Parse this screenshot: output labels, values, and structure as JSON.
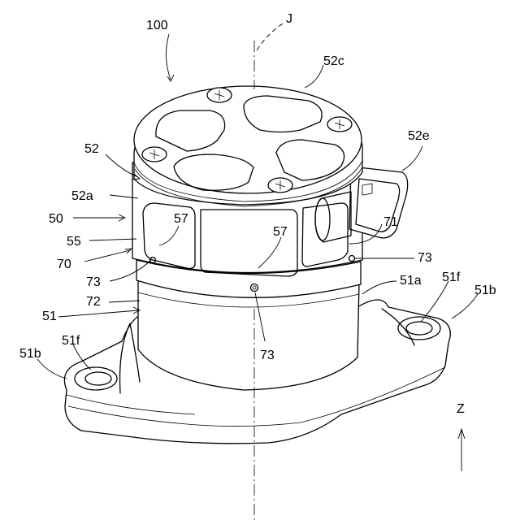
{
  "labels": {
    "l100": "100",
    "lJ": "J",
    "l52c": "52c",
    "l52": "52",
    "l52e": "52e",
    "l52a": "52a",
    "l50": "50",
    "l57a": "57",
    "l57b": "57",
    "l71": "71",
    "l55": "55",
    "l70": "70",
    "l73a": "73",
    "l73b": "73",
    "l51a": "51a",
    "l51f_right": "51f",
    "l51b_right": "51b",
    "l72": "72",
    "l51": "51",
    "l51f_left": "51f",
    "l51b_left": "51b",
    "l73c": "73",
    "lZ": "Z"
  },
  "colors": {
    "line": "#000000",
    "background": "#ffffff"
  },
  "icons": {
    "direction_arrow": "arrow-up-icon",
    "pointer_arrow": "arrow-pointer-icon"
  }
}
